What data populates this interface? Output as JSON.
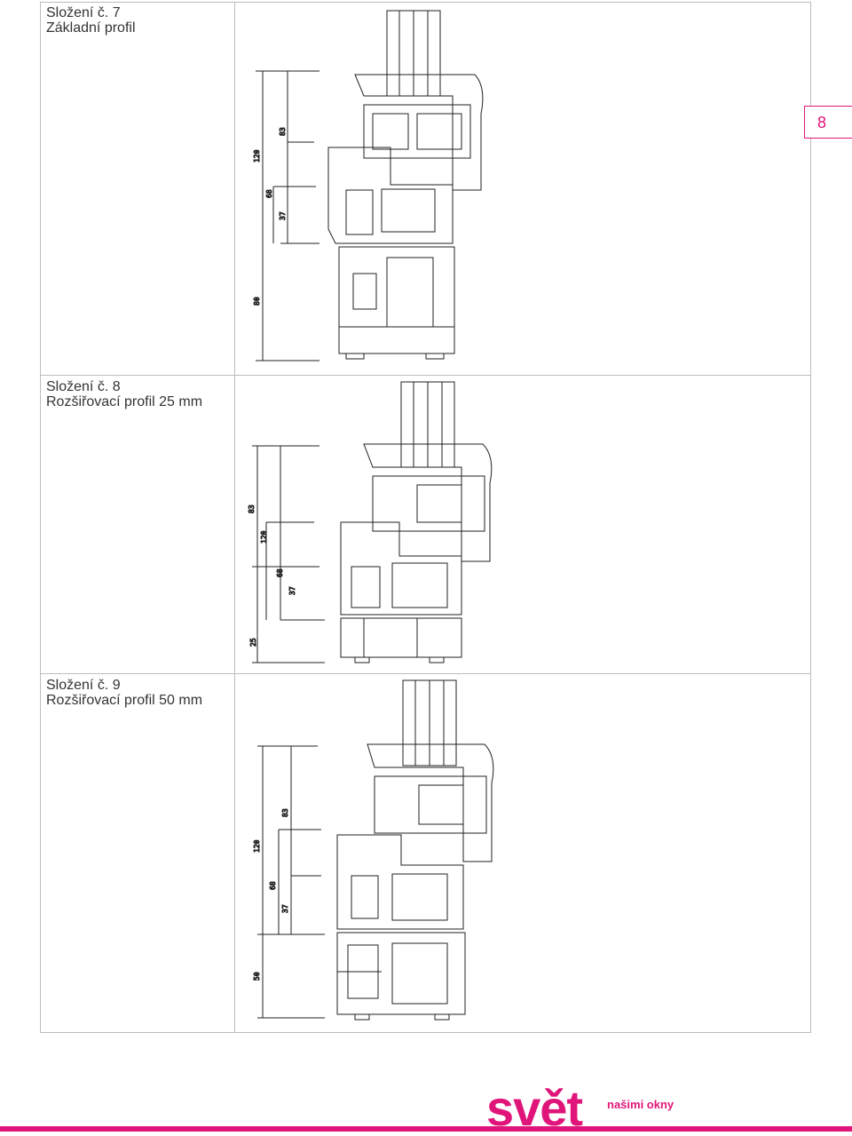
{
  "sections": [
    {
      "title": "Složení č. 7",
      "subtitle": "Základní profil",
      "dims": [
        "120",
        "83",
        "68",
        "37",
        "80"
      ]
    },
    {
      "title": "Složení č. 8",
      "subtitle": "Rozšiřovací profil 25 mm",
      "dims": [
        "83",
        "120",
        "68",
        "37",
        "25"
      ]
    },
    {
      "title": "Složení č. 9",
      "subtitle": "Rozšiřovací profil 50 mm",
      "dims": [
        "83",
        "120",
        "68",
        "37",
        "50"
      ]
    }
  ],
  "chapter_tab": "8",
  "brand": {
    "word": "svět",
    "tagline": "našimi okny",
    "color": "#e0157a"
  }
}
